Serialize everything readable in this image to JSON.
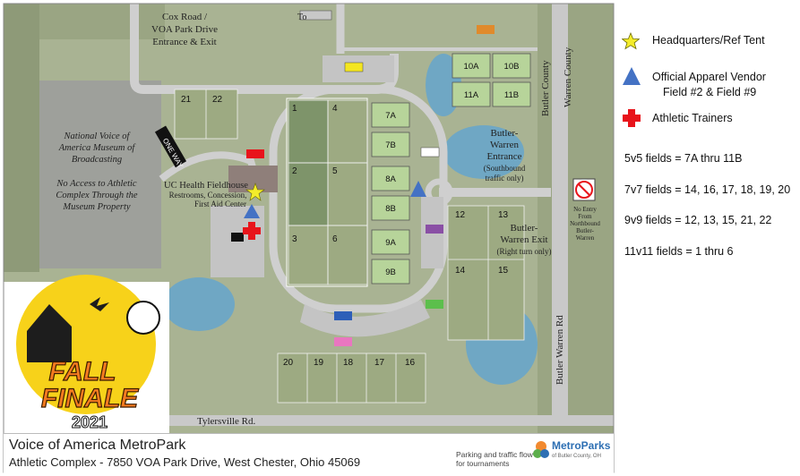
{
  "roads": {
    "cox_road": "Cox Road /\nVOA Park Drive\nEntrance & Exit",
    "to_label": "To",
    "one_way": "ONE WAY",
    "butler_county": "Butler County",
    "warren_county": "Warren County",
    "butler_warren_rd": "Butler Warren Rd",
    "tylersville": "Tylersville Rd."
  },
  "places": {
    "museum": "National Voice of\nAmerica Museum of\nBroadcasting",
    "no_access": "No Access to Athletic\nComplex Through the\nMuseum Property",
    "fieldhouse": "UC Health Fieldhouse",
    "fieldhouse_sub1": "Restrooms, Concession,",
    "fieldhouse_sub2": "First Aid Center",
    "entrance": "Butler-\nWarren\nEntrance",
    "entrance_note": "(Southbound\ntraffic only)",
    "exit": "Butler-\nWarren Exit",
    "exit_note": "(Right turn only)",
    "no_entry": "No Entry\nFrom\nNorthbound\nButler-\nWarren"
  },
  "fields": {
    "big_left": [
      "1",
      "2",
      "3"
    ],
    "big_mid": [
      "4",
      "5",
      "6"
    ],
    "small": [
      "7A",
      "7B",
      "8A",
      "8B",
      "9A",
      "9B"
    ],
    "ten_eleven": [
      "10A",
      "10B",
      "11A",
      "11B"
    ],
    "nw": [
      "21",
      "22"
    ],
    "east": [
      "12",
      "13",
      "14",
      "15"
    ],
    "south": [
      "20",
      "19",
      "18",
      "17",
      "16"
    ]
  },
  "legend": {
    "hq": "Headquarters/Ref Tent",
    "vendor_line1": "Official Apparel Vendor",
    "vendor_line2": "Field #2 & Field #9",
    "trainers": "Athletic Trainers"
  },
  "facts": [
    "5v5 fields = 7A thru 11B",
    "7v7 fields = 14, 16, 17, 18, 19, 20",
    "9v9 fields = 12, 13, 15, 21, 22",
    "11v11 fields = 1 thru 6"
  ],
  "logo": {
    "line1": "FALL",
    "line2": "FINALE",
    "year": "2021"
  },
  "footer": {
    "title": "Voice of America MetroPark",
    "address": "Athletic Complex - 7850 VOA Park Drive, West Chester, Ohio 45069",
    "parking_note": "Parking and traffic flow for tournaments",
    "metroparks": "MetroParks",
    "metroparks_sub": "of Butler County, OH"
  },
  "colors": {
    "grass": "#a9b393",
    "field_green": "#b7d49a",
    "water": "#6fa7c4",
    "road": "#cfcfcf",
    "star": "#f4ec2a",
    "vendor": "#4472c4",
    "trainer": "#e8141b"
  }
}
